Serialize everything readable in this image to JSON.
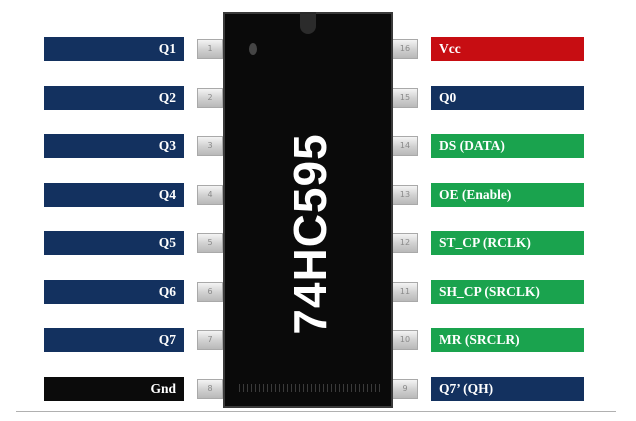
{
  "chip": {
    "name": "74HC595"
  },
  "colors": {
    "output": "#13315f",
    "power": "#c70d12",
    "control": "#1aa34e",
    "ground": "#0b0b0b",
    "pin": "#d0d0d0"
  },
  "pins_left": [
    {
      "number": "1",
      "label": "Q1",
      "color": "#13315f"
    },
    {
      "number": "2",
      "label": "Q2",
      "color": "#13315f"
    },
    {
      "number": "3",
      "label": "Q3",
      "color": "#13315f"
    },
    {
      "number": "4",
      "label": "Q4",
      "color": "#13315f"
    },
    {
      "number": "5",
      "label": "Q5",
      "color": "#13315f"
    },
    {
      "number": "6",
      "label": "Q6",
      "color": "#13315f"
    },
    {
      "number": "7",
      "label": "Q7",
      "color": "#13315f"
    },
    {
      "number": "8",
      "label": "Gnd",
      "color": "#0b0b0b"
    }
  ],
  "pins_right": [
    {
      "number": "16",
      "label": "Vcc",
      "color": "#c70d12"
    },
    {
      "number": "15",
      "label": "Q0",
      "color": "#13315f"
    },
    {
      "number": "14",
      "label": "DS (DATA)",
      "color": "#1aa34e"
    },
    {
      "number": "13",
      "label": "OE (Enable)",
      "color": "#1aa34e"
    },
    {
      "number": "12",
      "label": "ST_CP (RCLK)",
      "color": "#1aa34e"
    },
    {
      "number": "11",
      "label": "SH_CP (SRCLK)",
      "color": "#1aa34e"
    },
    {
      "number": "10",
      "label": "MR (SRCLR)",
      "color": "#1aa34e"
    },
    {
      "number": "9",
      "label": "Q7’ (QH)",
      "color": "#13315f"
    }
  ]
}
